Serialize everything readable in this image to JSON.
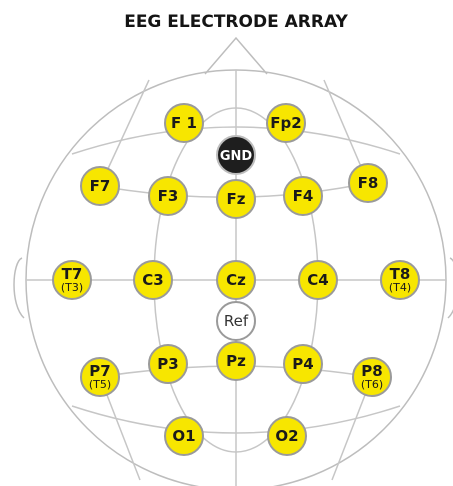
{
  "title": "EEG ELECTRODE ARRAY",
  "colors": {
    "electrode_fill": "#f7e600",
    "electrode_stroke": "#9a9a9a",
    "outline": "#bdbdbd",
    "gnd_fill": "#1e1e1e",
    "ref_fill": "#ffffff"
  },
  "electrodes": [
    {
      "id": "f1",
      "label": "F 1",
      "sub": "",
      "type": "electrode"
    },
    {
      "id": "fp2",
      "label": "Fp2",
      "sub": "",
      "type": "electrode"
    },
    {
      "id": "gnd",
      "label": "GND",
      "sub": "",
      "type": "ground"
    },
    {
      "id": "f7",
      "label": "F7",
      "sub": "",
      "type": "electrode"
    },
    {
      "id": "f3",
      "label": "F3",
      "sub": "",
      "type": "electrode"
    },
    {
      "id": "fz",
      "label": "Fz",
      "sub": "",
      "type": "electrode"
    },
    {
      "id": "f4",
      "label": "F4",
      "sub": "",
      "type": "electrode"
    },
    {
      "id": "f8",
      "label": "F8",
      "sub": "",
      "type": "electrode"
    },
    {
      "id": "t7",
      "label": "T7",
      "sub": "(T3)",
      "type": "electrode"
    },
    {
      "id": "c3",
      "label": "C3",
      "sub": "",
      "type": "electrode"
    },
    {
      "id": "cz",
      "label": "Cz",
      "sub": "",
      "type": "electrode"
    },
    {
      "id": "c4",
      "label": "C4",
      "sub": "",
      "type": "electrode"
    },
    {
      "id": "t8",
      "label": "T8",
      "sub": "(T4)",
      "type": "electrode"
    },
    {
      "id": "ref",
      "label": "Ref",
      "sub": "",
      "type": "reference"
    },
    {
      "id": "p7",
      "label": "P7",
      "sub": "(T5)",
      "type": "electrode"
    },
    {
      "id": "p3",
      "label": "P3",
      "sub": "",
      "type": "electrode"
    },
    {
      "id": "pz",
      "label": "Pz",
      "sub": "",
      "type": "electrode"
    },
    {
      "id": "p4",
      "label": "P4",
      "sub": "",
      "type": "electrode"
    },
    {
      "id": "p8",
      "label": "P8",
      "sub": "(T6)",
      "type": "electrode"
    },
    {
      "id": "o1",
      "label": "O1",
      "sub": "",
      "type": "electrode"
    },
    {
      "id": "o2",
      "label": "O2",
      "sub": "",
      "type": "electrode"
    }
  ]
}
